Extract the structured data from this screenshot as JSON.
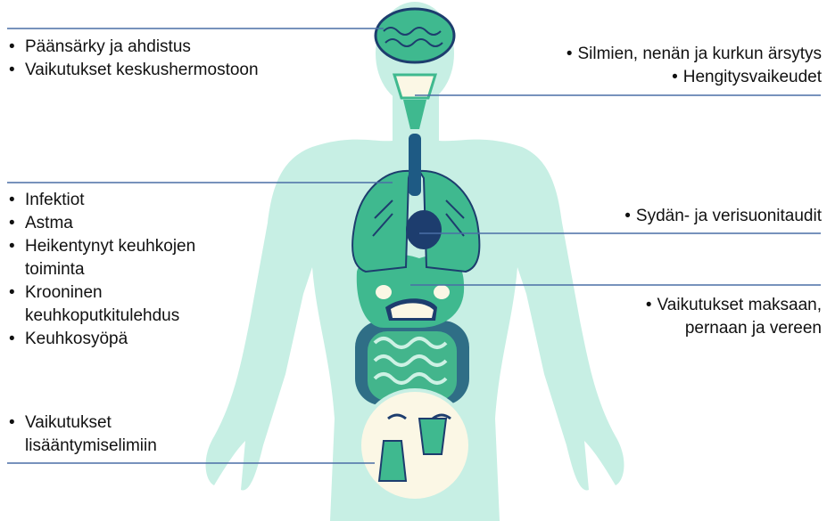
{
  "colors": {
    "body_silhouette": "#c7efe4",
    "organ_green": "#3fb98f",
    "organ_dark": "#1e5a84",
    "line_blue": "#4a6fa5",
    "navy": "#1d3d6e",
    "cream": "#fbf7e5"
  },
  "labels": {
    "brain": [
      "Päänsärky ja ahdistus",
      "Vaikutukset keskushermostoon"
    ],
    "eyes": [
      "Silmien, nenän ja kurkun ärsytys",
      "Hengitysvaikeudet"
    ],
    "lungs": [
      "Infektiot",
      "Astma",
      "Heikentynyt keuhkojen",
      "toiminta",
      "Krooninen",
      "keuhkoputkitulehdus",
      "Keuhkosyöpä"
    ],
    "heart": [
      "Sydän- ja verisuonitaudit"
    ],
    "liver": [
      "Vaikutukset maksaan,",
      "pernaan ja vereen"
    ],
    "reproductive": [
      "Vaikutukset",
      "lisääntymiselimiin"
    ]
  }
}
